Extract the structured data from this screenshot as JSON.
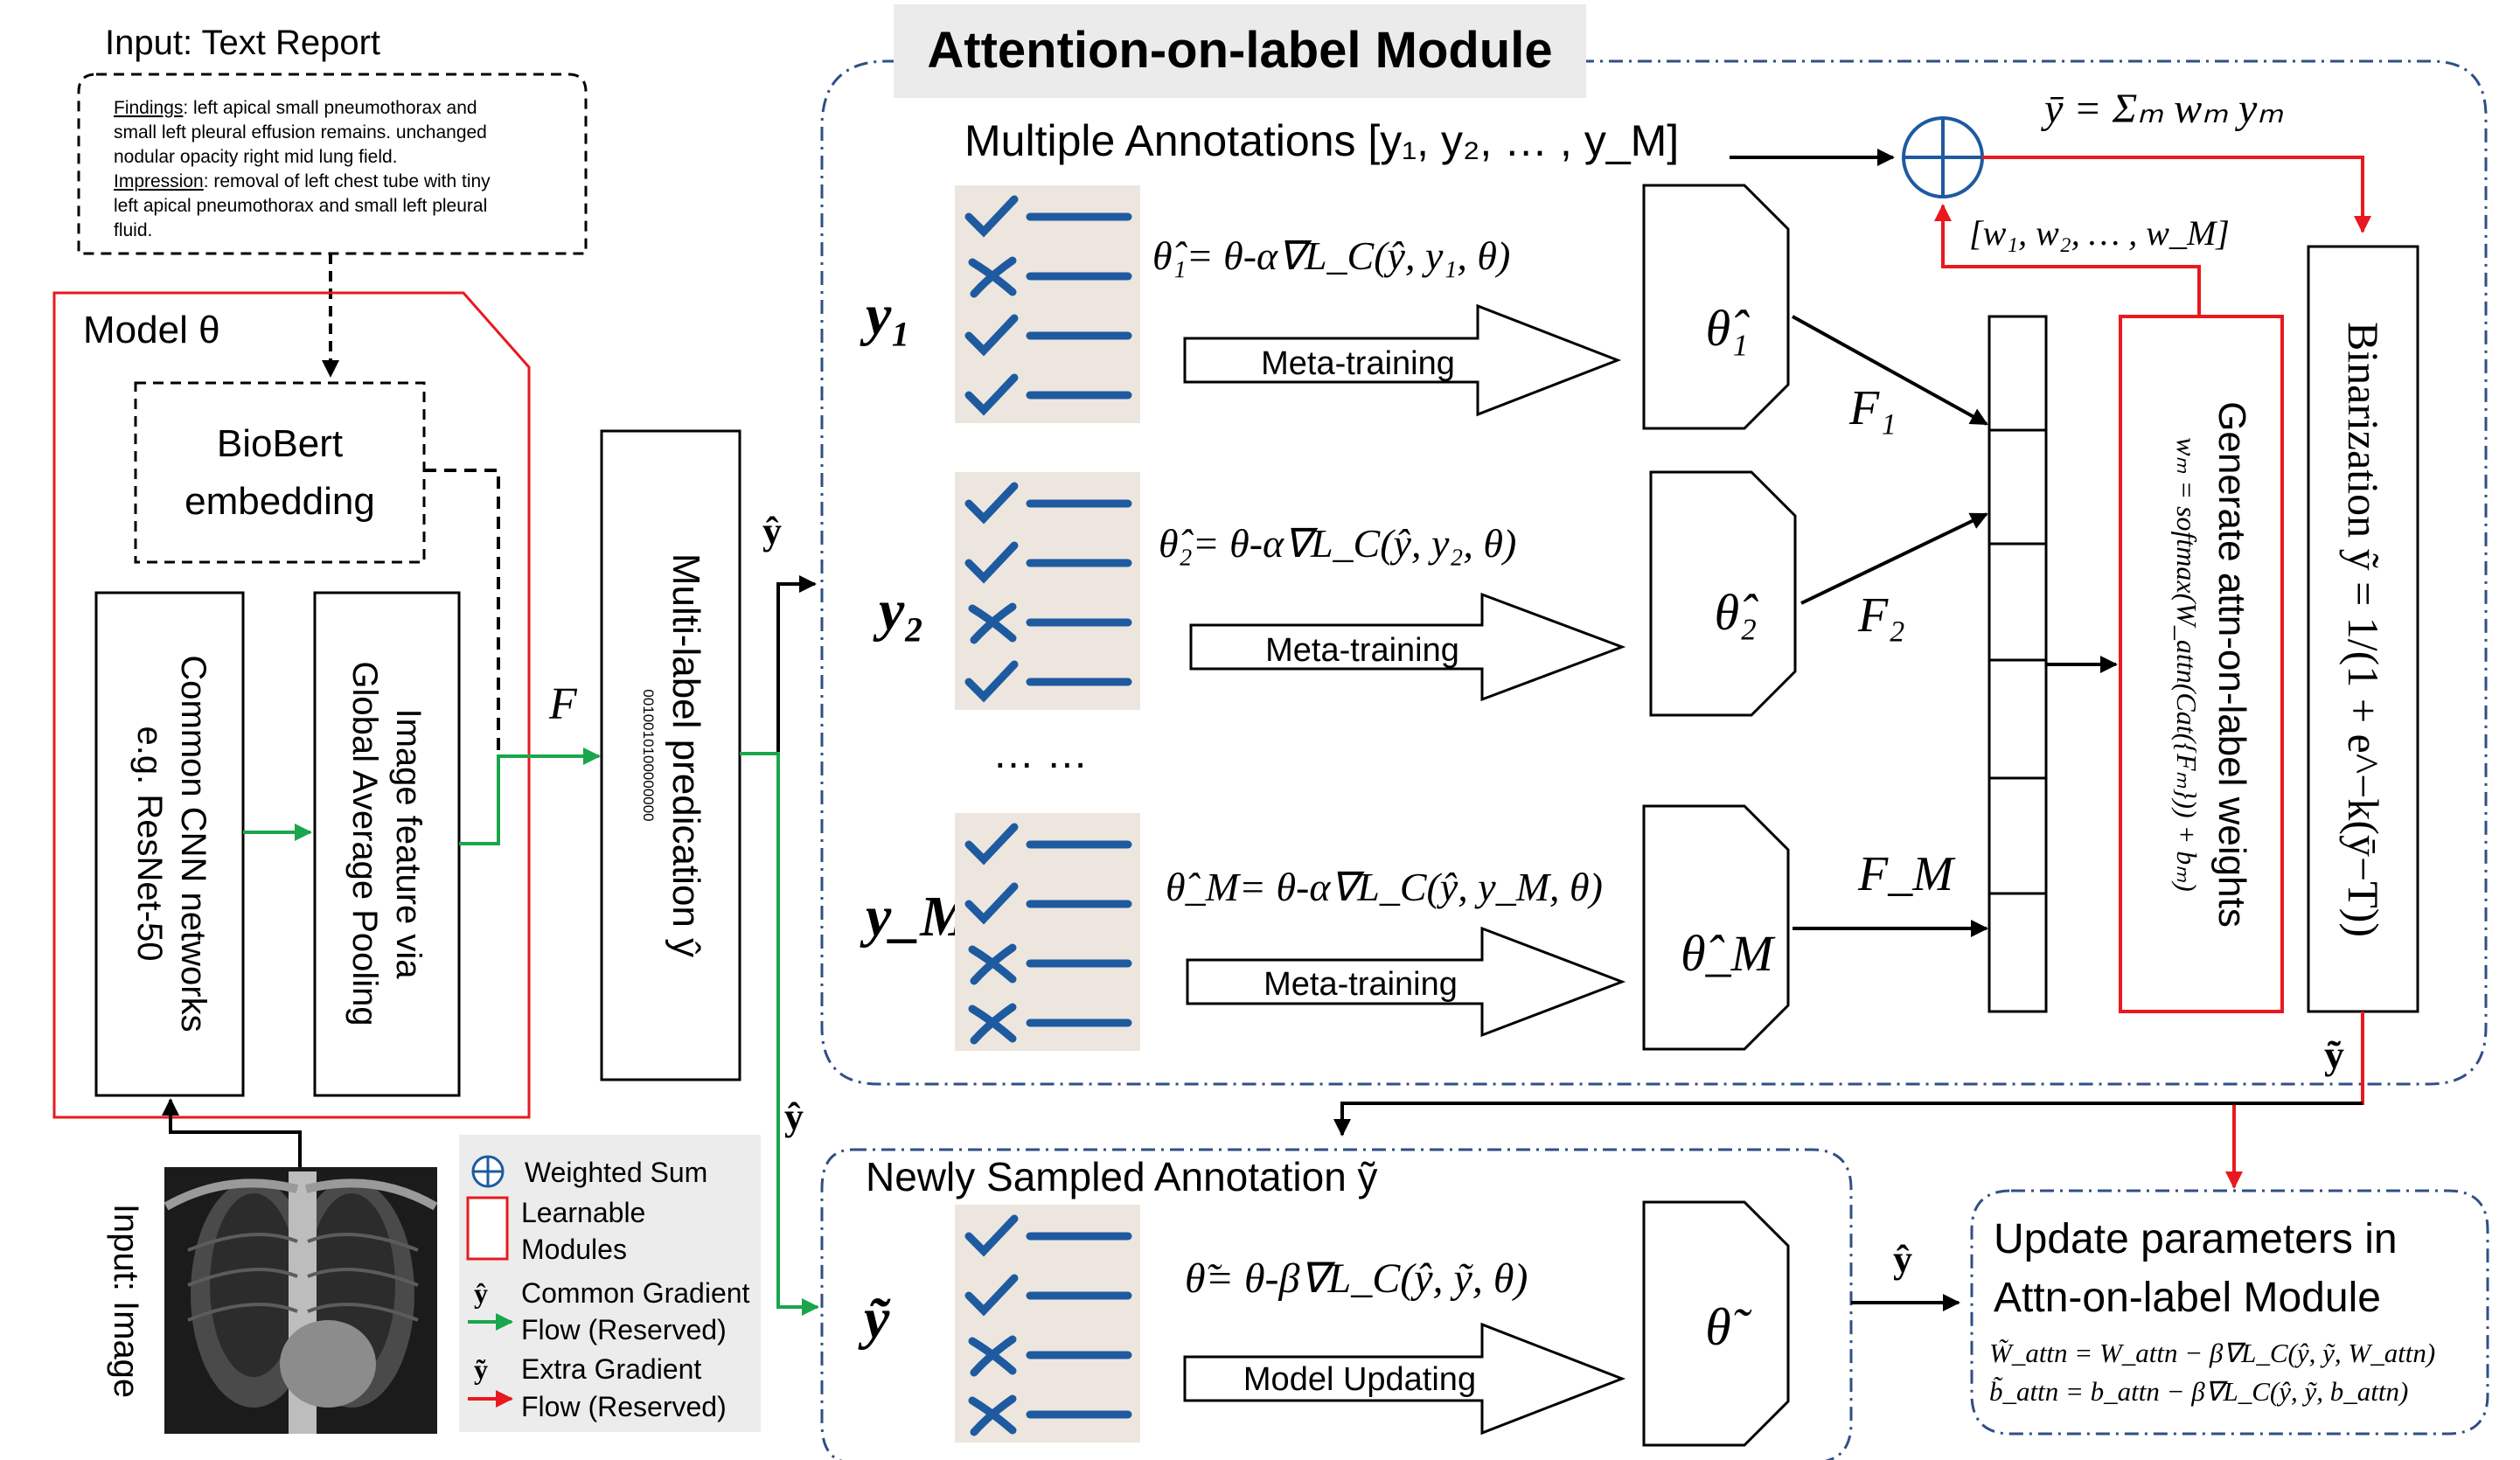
{
  "input_report": {
    "title": "Input: Text Report",
    "findings_label": "Findings",
    "findings_lines": [
      ": left apical small pneumothorax and",
      "small left pleural effusion remains. unchanged",
      "nodular opacity right mid lung field."
    ],
    "impression_label": "Impression",
    "impression_lines": [
      ": removal of left chest tube with tiny",
      "left apical  pneumothorax and small left pleural",
      "fluid."
    ]
  },
  "model": {
    "title": "Model θ",
    "biobert": [
      "BioBert",
      "embedding"
    ],
    "cnn": [
      "Common CNN networks",
      "e.g. ResNet-50"
    ],
    "gap": [
      "Image feature via",
      "Global Average Pooling"
    ],
    "feature_label": "F"
  },
  "input_image_label": "Input: Image",
  "multilabel": {
    "label": "Multi-label predication ŷ",
    "bits": "0010010100000000"
  },
  "attention_module": {
    "title": "Attention-on-label Module",
    "annotations_label": "Multiple Annotations [y₁, y₂, … , y_M]",
    "sum_formula": "ȳ = Σₘ wₘ yₘ",
    "weights_label": "[w₁, w₂, … , w_M]",
    "branches": [
      {
        "y": "y₁",
        "formula": "θ̂₁= θ-α∇L_C(ŷ, y₁, θ)",
        "training": "Meta-training",
        "theta": "θ̂₁",
        "feature": "F₁",
        "marks": [
          "check",
          "cross",
          "check",
          "check"
        ]
      },
      {
        "y": "y₂",
        "formula": "θ̂₂= θ-α∇L_C(ŷ, y₂, θ)",
        "training": "Meta-training",
        "theta": "θ̂₂",
        "feature": "F₂",
        "marks": [
          "check",
          "check",
          "cross",
          "check"
        ]
      },
      {
        "y": "y_M",
        "formula": "θ̂_M= θ-α∇L_C(ŷ, y_M, θ)",
        "training": "Meta-training",
        "theta": "θ̂_M",
        "feature": "F_M",
        "marks": [
          "check",
          "check",
          "cross",
          "cross"
        ]
      }
    ],
    "ellipsis": "… …",
    "attn_weights": [
      "Generate attn-on-label weights",
      "wₘ = softmax(W_attn(Cat({Fₘ})) + bₘ)"
    ],
    "binarization": "Binarization  ỹ = 1/(1 + e^−k(ȳ−T))"
  },
  "new_annotation": {
    "title": "Newly Sampled Annotation ỹ",
    "y": "ỹ",
    "formula": "θ̃= θ-β∇L_C(ŷ, ỹ, θ)",
    "updating": "Model Updating",
    "theta": "θ̃",
    "marks": [
      "check",
      "check",
      "cross",
      "cross"
    ]
  },
  "update_params": {
    "lines": [
      "Update parameters in",
      "Attn-on-label Module"
    ],
    "eq1": "W̃_attn = W_attn − β∇L_C(ŷ, ỹ, W_attn)",
    "eq2": "b̃_attn = b_attn − β∇L_C(ŷ, ỹ, b_attn)"
  },
  "flow_labels": {
    "y_hat_top": "ŷ",
    "y_hat_mid": "ŷ",
    "y_hat_update": "ŷ",
    "y_tilde": "ỹ"
  },
  "legend": {
    "weighted_sum": "Weighted Sum",
    "learnable": [
      "Learnable",
      "Modules"
    ],
    "common_symbol": "ŷ",
    "common": [
      "Common Gradient",
      "Flow (Reserved)"
    ],
    "extra_symbol": "ỹ",
    "extra": [
      "Extra Gradient",
      "Flow (Reserved)"
    ]
  },
  "colors": {
    "green": "#1aa64b",
    "red": "#e8191f",
    "blue": "#1e5aa0",
    "dashblue": "#2f4f86",
    "checklist_bg": "#ece6de"
  }
}
